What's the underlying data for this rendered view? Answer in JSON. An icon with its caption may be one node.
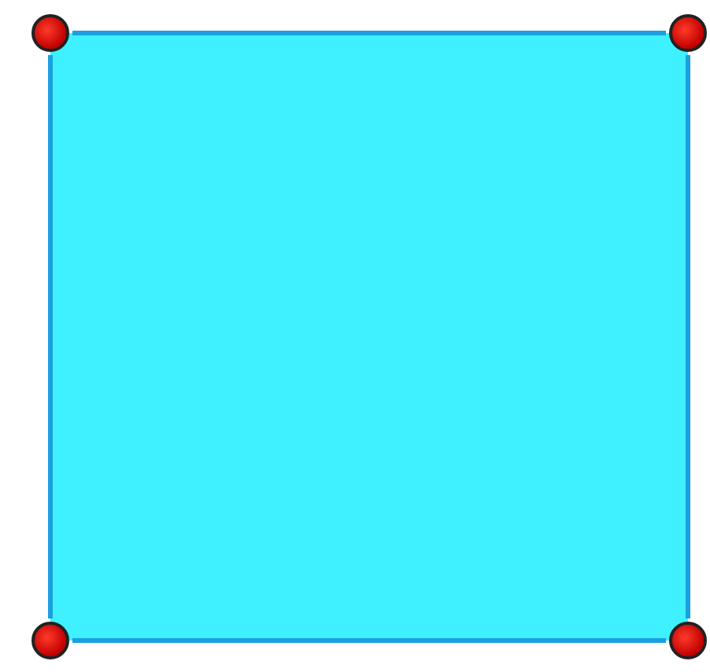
{
  "diagram": {
    "nodes": [
      {
        "text": [],
        "shape": "box"
      },
      {
        "text": [],
        "shape": "circle"
      },
      {
        "text": [],
        "shape": "circle"
      },
      {
        "text": [],
        "shape": "circle"
      },
      {
        "text": [],
        "shape": "circle"
      }
    ],
    "edges": [
      {
        "from": 1,
        "to": 2,
        "arrow": "none"
      },
      {
        "from": 2,
        "to": 4,
        "arrow": "none"
      },
      {
        "from": 4,
        "to": 3,
        "arrow": "none"
      },
      {
        "from": 3,
        "to": 1,
        "arrow": "none"
      }
    ]
  }
}
